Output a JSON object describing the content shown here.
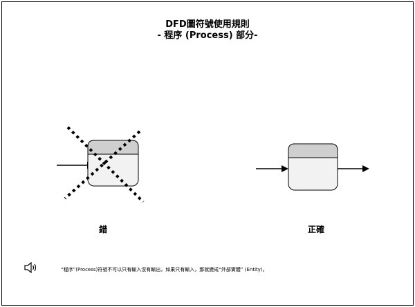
{
  "slide": {
    "title_line1": "DFD圖符號使用規則",
    "title_line2": "- 程序 (Process) 部分-",
    "wrong_caption": "錯",
    "right_caption": "正確",
    "note": "“程序”(Process)符號不可以只有輸入沒有輸出，如果只有輸入，那就變成“外部實體” (Entity)。"
  },
  "icons": {
    "speaker": "speaker-icon",
    "cross": "cross-out-icon"
  },
  "colors": {
    "process_fill": "#f2f2f2",
    "process_header": "#cfcfcf",
    "stroke": "#000000"
  }
}
